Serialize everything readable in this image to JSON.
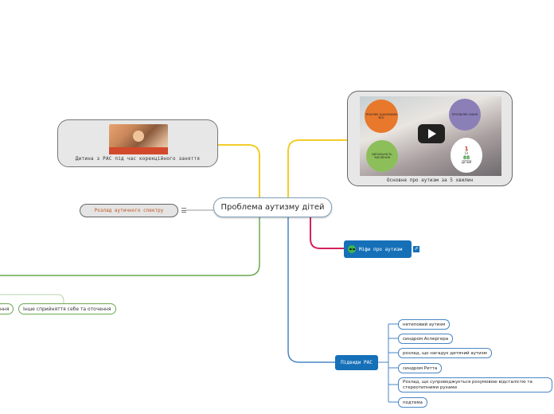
{
  "central": {
    "title": "Проблема аутизму дітей"
  },
  "image_card": {
    "caption": "Дитина з РАС під час корекційного заняття"
  },
  "spectrum": {
    "label": "Розлад аутичного спектру"
  },
  "green_branch": {
    "items": [
      "ння",
      "Інше сприйняття себе та оточення"
    ]
  },
  "video_card": {
    "caption": "Основне про аутизм за 5 хвилин",
    "thumb_texts": {
      "b1": "ТРАПЛЯЄ ШАНОВНИМ ВСЕ",
      "b2": "ПРОЯВЛЯЄ ОНИЧІ",
      "b3": "ВИТАЛЬНІСТЬ ЧИСЛЕННЯ",
      "b4_top": "1",
      "b4_mid": "ІЗ",
      "b4_num": "88",
      "b4_bot": "ДІТЕЙ"
    }
  },
  "myths": {
    "label": "Міфи про аутизм",
    "link_icon": "link-icon"
  },
  "approaches": {
    "label": "Підвиди РАС",
    "items": [
      "нетиповий аутизм",
      "синдром Аспергера",
      "розлад, що нагадує дитячий аутизм",
      "синдром Ретта",
      "Розлад, що супроводжується розумовою відсталістю та стереотипними рухами",
      "подтема"
    ]
  },
  "colors": {
    "yellow_branch": "#f2cd2a",
    "green_branch": "#6aa84f",
    "red_branch": "#d4225c",
    "blue_branch": "#4a86c5",
    "node_blue": "#1670b8"
  }
}
